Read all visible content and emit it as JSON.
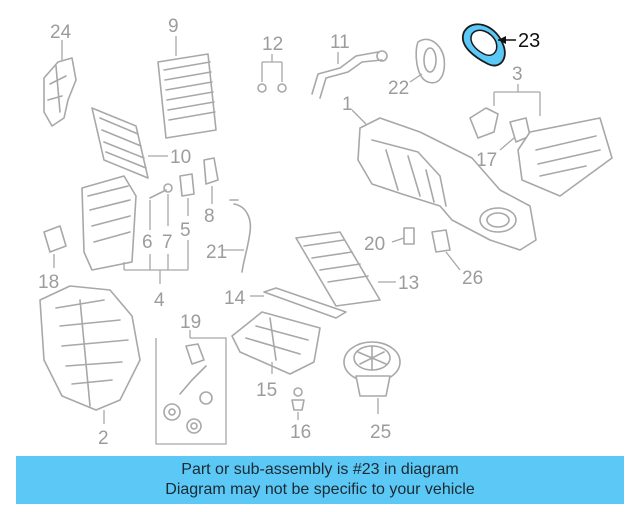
{
  "diagram": {
    "highlight_color": "#5bc8f5",
    "highlighted_part": "23",
    "callouts": [
      "1",
      "2",
      "3",
      "4",
      "5",
      "6",
      "7",
      "8",
      "9",
      "10",
      "11",
      "12",
      "13",
      "14",
      "15",
      "16",
      "17",
      "18",
      "19",
      "20",
      "21",
      "22",
      "23",
      "24",
      "25",
      "26"
    ]
  },
  "banner": {
    "line1": "Part or sub-assembly is #23 in diagram",
    "line2": "Diagram may not be specific to your vehicle",
    "background": "#5bc8f5"
  }
}
